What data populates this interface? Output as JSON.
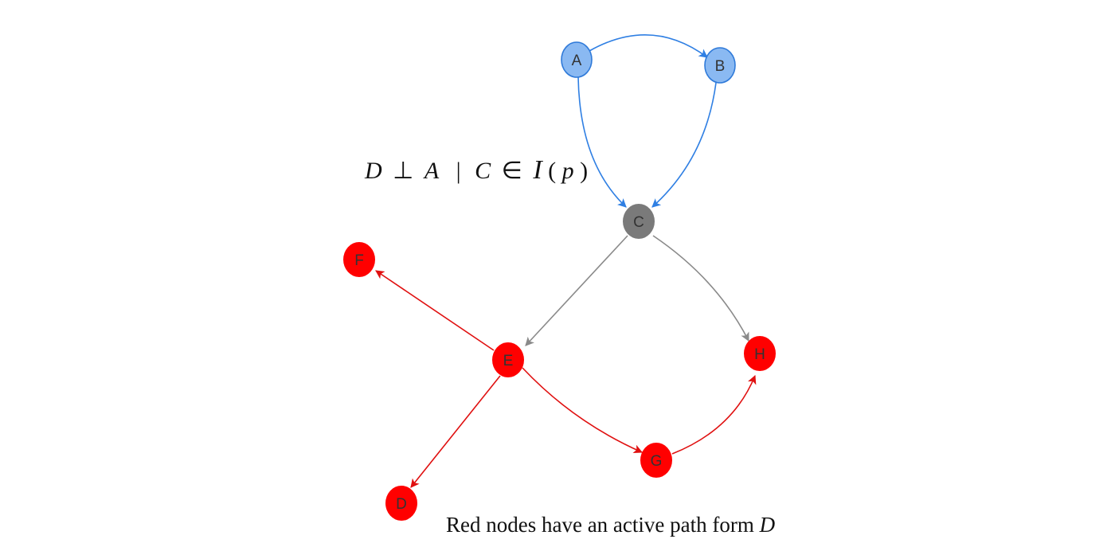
{
  "formula": {
    "D": "D",
    "perp": "⊥",
    "A": "A",
    "given": "|",
    "C": "C",
    "in": "∈",
    "I": "I",
    "lparen": "(",
    "p": "p",
    "rparen": ")"
  },
  "caption": {
    "text": "Red nodes have an active path form ",
    "var": "D"
  },
  "colors": {
    "blue_fill": "#8ab9f2",
    "blue_stroke": "#2f7ad9",
    "blue_edge": "#2f7fe3",
    "gray_fill": "#7a7a7a",
    "gray_edge": "#8a8a8a",
    "red_fill": "#ff0000",
    "red_edge": "#e01010",
    "label_dark": "#333333"
  },
  "nodes": [
    {
      "id": "A",
      "label": "A",
      "group": "blue"
    },
    {
      "id": "B",
      "label": "B",
      "group": "blue"
    },
    {
      "id": "C",
      "label": "C",
      "group": "gray"
    },
    {
      "id": "E",
      "label": "E",
      "group": "red"
    },
    {
      "id": "F",
      "label": "F",
      "group": "red"
    },
    {
      "id": "D",
      "label": "D",
      "group": "red"
    },
    {
      "id": "G",
      "label": "G",
      "group": "red"
    },
    {
      "id": "H",
      "label": "H",
      "group": "red"
    }
  ],
  "edges": [
    {
      "from": "A",
      "to": "B",
      "color": "blue"
    },
    {
      "from": "A",
      "to": "C",
      "color": "blue"
    },
    {
      "from": "B",
      "to": "C",
      "color": "blue"
    },
    {
      "from": "C",
      "to": "E",
      "color": "gray"
    },
    {
      "from": "C",
      "to": "H",
      "color": "gray"
    },
    {
      "from": "E",
      "to": "F",
      "color": "red"
    },
    {
      "from": "E",
      "to": "D",
      "color": "red"
    },
    {
      "from": "E",
      "to": "G",
      "color": "red"
    },
    {
      "from": "G",
      "to": "H",
      "color": "red"
    }
  ]
}
